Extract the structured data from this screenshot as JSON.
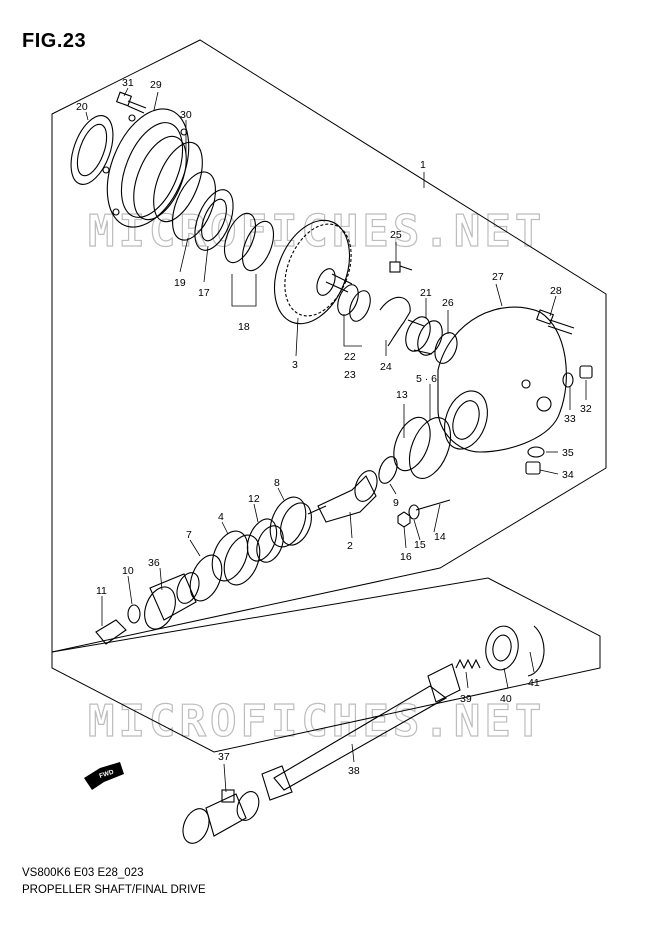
{
  "figure": {
    "title": "FIG.23"
  },
  "footer": {
    "line1": "VS800K6 E03 E28_023",
    "line2": "PROPELLER SHAFT/FINAL DRIVE"
  },
  "watermark": {
    "text": "MICROFICHES.NET"
  },
  "fwd_badge": {
    "label": "FWD"
  },
  "callouts": {
    "c1": "1",
    "c2": "2",
    "c3": "3",
    "c4": "4",
    "c5_6": "5 · 6",
    "c7": "7",
    "c8": "8",
    "c9": "9",
    "c10": "10",
    "c11": "11",
    "c12": "12",
    "c13": "13",
    "c14": "14",
    "c15": "15",
    "c16": "16",
    "c17": "17",
    "c18": "18",
    "c19": "19",
    "c20": "20",
    "c21": "21",
    "c22": "22",
    "c23": "23",
    "c24": "24",
    "c25": "25",
    "c26": "26",
    "c27": "27",
    "c28": "28",
    "c29": "29",
    "c30": "30",
    "c31": "31",
    "c32": "32",
    "c33": "33",
    "c34": "34",
    "c35": "35",
    "c36": "36",
    "c37": "37",
    "c38": "38",
    "c39": "39",
    "c40": "40",
    "c41": "41"
  }
}
